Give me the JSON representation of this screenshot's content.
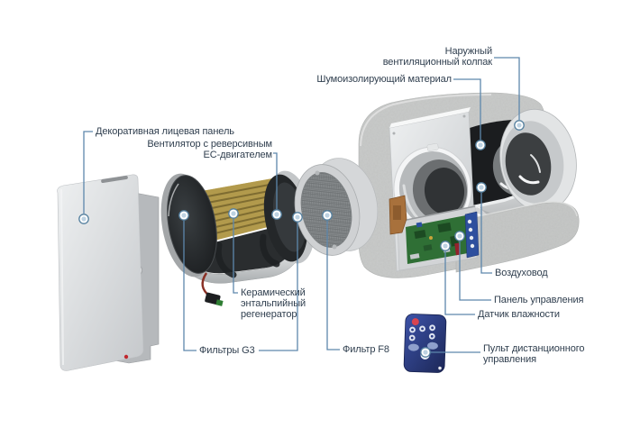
{
  "diagram": {
    "labels": {
      "front_panel": "Декоративная лицевая панель",
      "fan": "Вентилятор с реверсивным ЕС-двигателем",
      "outdoor_hood": "Наружный вентиляционный колпак",
      "sound_material": "Шумоизолирующий материал",
      "ceramic_regenerator": "Керамический энтальпийный регенератор",
      "filters_g3": "Фильтры G3",
      "filter_f8": "Фильтр F8",
      "air_duct": "Воздуховод",
      "control_panel": "Панель управления",
      "humidity_sensor": "Датчик влажности",
      "remote_control": "Пульт дистанционного управления"
    },
    "colors": {
      "leader_line": "#5d87ac",
      "label_text": "#2f3e4e",
      "ceramic_core": "#b29a4c",
      "remote_body": "#2b3c85",
      "remote_power_button": "#d84450",
      "pcb_green": "#2f6f35",
      "terminal_block": "#2e4f9e",
      "concrete": "#c9cbca",
      "shell_gray": "#d4d6d8",
      "dark_component": "#232629",
      "logo_red": "#c0272d"
    }
  }
}
